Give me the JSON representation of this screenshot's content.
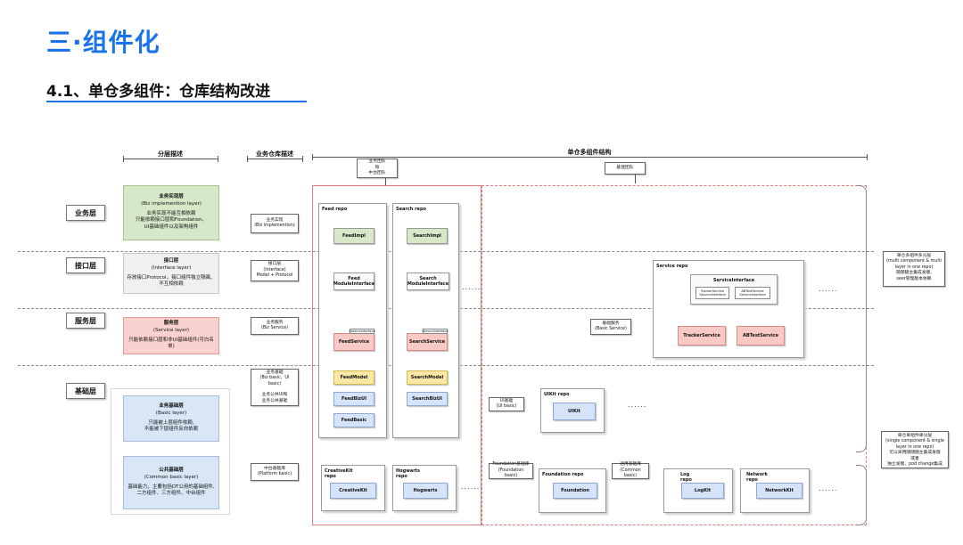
{
  "page": {
    "title": "三·组件化",
    "subtitle": "4.1、单仓多组件：仓库结构改进"
  },
  "columns": {
    "layer_desc": "分层描述",
    "repo_desc": "业务仓库描述",
    "structure": "单仓多组件结构"
  },
  "teams": {
    "biz": "业务团队\n和\n中台团队",
    "infra": "基建团队"
  },
  "layers": {
    "biz": "业务层",
    "interface": "接口层",
    "service": "服务层",
    "base": "基础层"
  },
  "layer_desc": {
    "biz": {
      "title": "业务实现层",
      "en": "(Biz implemention layer)",
      "text": "业务实现不能互相依赖\n只能依赖接口层和Foundation、\nUI基础组件以及架构组件"
    },
    "interface": {
      "title": "接口层",
      "en": "(Interface layer)",
      "text": "存放接口Protocol，接口组件独立隔离、不互相依赖"
    },
    "service": {
      "title": "服务层",
      "en": "(Service layer)",
      "text": "只能依赖接口层和非UI基础组件(可白名单)"
    },
    "basic": {
      "title": "业务基础层",
      "en": "(Basic layer)",
      "text": "只能被上层组件依赖,\n不能被下层组件反向依赖"
    },
    "common": {
      "title": "公共基础层",
      "en": "(Common basic layer)",
      "text": "基础能力，主要包括DT公用的基础组件,\n二方组件、三方组件、中台组件"
    }
  },
  "repo_desc": {
    "biz": "业务实现\n(Biz implemention)",
    "interface": "接口层\n(Interface)\nModel + Protocol",
    "service": "业务服务\n(Biz Service)",
    "basic": "业务基础\n(Biz basic、UI basic)\n\n业务公共UI和\n业务公共基础",
    "platform": "中台基础库\n(Platform basic)"
  },
  "repos": {
    "feed": "Feed repo",
    "search": "Search repo",
    "service": "Service repo",
    "uikit": "UIKit repo",
    "creativekit": "CreativeKit\nrepo",
    "hogwarts": "Hogwarts\nrepo",
    "foundation": "Foundation repo",
    "log": "Log\nrepo",
    "network": "Network\nrepo"
  },
  "components": {
    "feed_impl": "FeedImpl",
    "search_impl": "SearchImpl",
    "feed_mi": "Feed\nModuleInterface",
    "search_mi": "Search\nModuleInterface",
    "feed_service": "FeedService",
    "search_service": "SearchService",
    "service_interface_tag": "ServiceInterface",
    "feed_model": "FeedModel",
    "search_model": "SearchModel",
    "feed_bizui": "FeedBizUI",
    "search_bizui": "SearchBizUI",
    "feed_basic": "FeedBasic",
    "service_interface": "ServiceInterface",
    "tracker_si": "TrackerService\nServiceInterface",
    "abtest_si": "ABTestService\nServiceInterface",
    "tracker_service": "TrackerService",
    "abtest_service": "ABTestService",
    "uikit": "UIKit",
    "creativekit": "CreativeKit",
    "hogwarts": "Hogwarts",
    "foundation": "Foundation",
    "logkit": "LogKit",
    "networkkit": "NetworkKit"
  },
  "notes": {
    "basic_service": "基础服务\n(Basic Service)",
    "ui_basic": "UI基础\n(UI basic)",
    "foundation_basic": "Foundation基础库\n(Foundation basic)",
    "common_basic": "通用基础库\n(Common basic)"
  },
  "side": {
    "multi": "单仓多组件多分层\n(multi component & multi layer in one repo)\n随随随主集成发版,\nseer管理版本依赖",
    "single": "单仓单组件单分层\n(single component & single layer in one repo)\n可以采用随随随主集成发版\n或者\n独立发版、pod change集成"
  },
  "ellipsis": "......"
}
